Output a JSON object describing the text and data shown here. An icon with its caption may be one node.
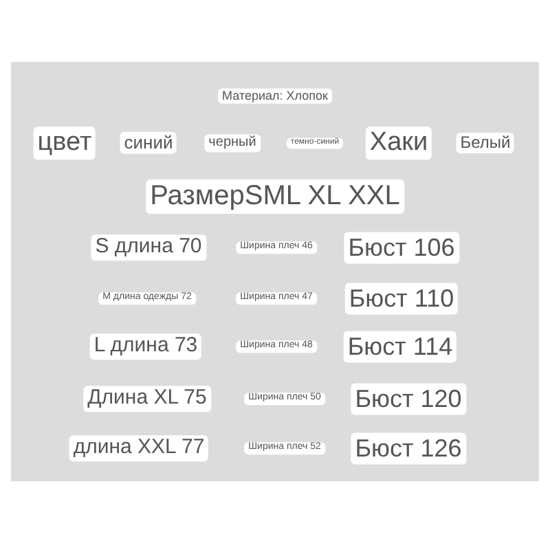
{
  "diagram": {
    "nodes": [
      {
        "text": [
          "Материал: Хлопок"
        ]
      },
      {
        "text": [
          "цвет"
        ]
      },
      {
        "text": [
          "синий"
        ]
      },
      {
        "text": [
          "черный"
        ]
      },
      {
        "text": [
          "темно-синий"
        ]
      },
      {
        "text": [
          "Хаки"
        ]
      },
      {
        "text": [
          "Белый"
        ]
      },
      {
        "text": [
          "РазмерSML XL XXL"
        ]
      },
      {
        "text": [
          "S длина 70"
        ]
      },
      {
        "text": [
          "Ширина плеч 46"
        ]
      },
      {
        "text": [
          "Бюст 106"
        ]
      },
      {
        "text": [
          "M длина одежды 72"
        ]
      },
      {
        "text": [
          "Ширина плеч 47"
        ]
      },
      {
        "text": [
          "Бюст 110"
        ]
      },
      {
        "text": [
          "L длина 73"
        ]
      },
      {
        "text": [
          "Ширина плеч 48"
        ]
      },
      {
        "text": [
          "Бюст 114"
        ]
      },
      {
        "text": [
          "Длина XL 75"
        ]
      },
      {
        "text": [
          "Ширина плеч 50"
        ]
      },
      {
        "text": [
          "Бюст 120"
        ]
      },
      {
        "text": [
          "длина XXL 77"
        ]
      },
      {
        "text": [
          "Ширина плеч 52"
        ]
      },
      {
        "text": [
          "Бюст 126"
        ]
      }
    ]
  }
}
